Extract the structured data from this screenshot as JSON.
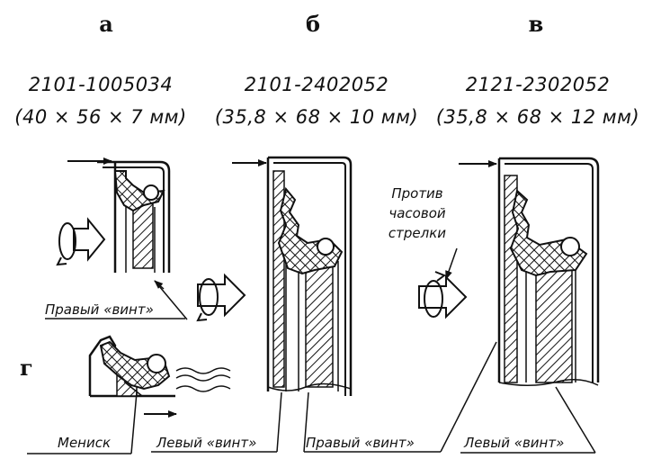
{
  "panels": [
    {
      "letter": "а",
      "part_number": "2101-1005034",
      "dimensions": "(40 × 56 × 7 мм)"
    },
    {
      "letter": "б",
      "part_number": "2101-2402052",
      "dimensions": "(35,8 × 68 × 10 мм)"
    },
    {
      "letter": "в",
      "part_number": "2121-2302052",
      "dimensions": "(35,8 × 68 × 12 мм)"
    }
  ],
  "panel_g_letter": "г",
  "labels": {
    "right_screw_a": "Правый «винт»",
    "counterclockwise_line1": "Против",
    "counterclockwise_line2": "часовой",
    "counterclockwise_line3": "стрелки",
    "meniscus": "Мениск",
    "left_screw_b": "Левый «винт»",
    "right_screw_b": "Правый «винт»",
    "left_screw_v": "Левый «винт»"
  }
}
